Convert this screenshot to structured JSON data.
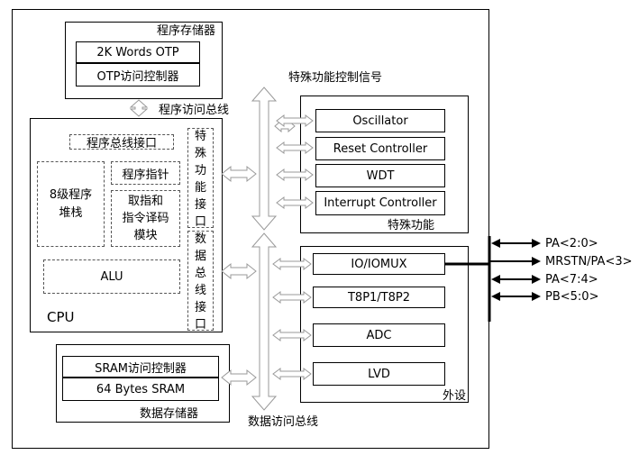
{
  "program_memory": {
    "title": "程序存储器",
    "otp": "2K Words OTP",
    "otp_ctrl": "OTP访问控制器"
  },
  "program_bus": "程序访问总线",
  "special_signal": "特殊功能控制信号",
  "cpu": {
    "label": "CPU",
    "bus_interface": "程序总线接口",
    "stack": "8级程序\n堆栈",
    "pc": "程序指针",
    "fetch_decode": "取指和\n指令译码\n模块",
    "alu": "ALU",
    "special_interface": "特\n殊\n功\n能\n接\n口",
    "data_interface": "数\n据\n总\n线\n接\n口"
  },
  "special_function": {
    "title": "特殊功能",
    "items": [
      "Oscillator",
      "Reset Controller",
      "WDT",
      "Interrupt Controller"
    ]
  },
  "peripherals": {
    "title": "外设",
    "items": [
      "IO/IOMUX",
      "T8P1/T8P2",
      "ADC",
      "LVD"
    ]
  },
  "pins": [
    "PA<2:0>",
    "MRSTN/PA<3>",
    "PA<7:4>",
    "PB<5:0>"
  ],
  "data_memory": {
    "title": "数据存储器",
    "sram_ctrl": "SRAM访问控制器",
    "sram": "64 Bytes SRAM"
  },
  "data_bus": "数据访问总线"
}
